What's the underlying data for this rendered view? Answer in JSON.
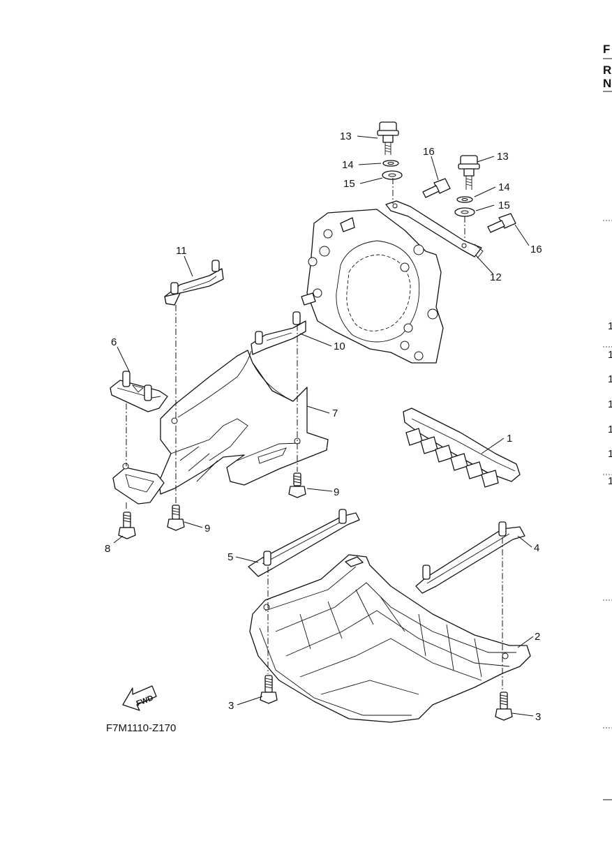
{
  "diagram_code": "F7M1110-Z170",
  "fwd_label": "FWD",
  "callouts": {
    "c1": "1",
    "c2": "2",
    "c3a": "3",
    "c3b": "3",
    "c4": "4",
    "c5": "5",
    "c6": "6",
    "c7": "7",
    "c8": "8",
    "c9a": "9",
    "c9b": "9",
    "c10": "10",
    "c11": "11",
    "c12": "12",
    "c13a": "13",
    "c13b": "13",
    "c14a": "14",
    "c14b": "14",
    "c15a": "15",
    "c15b": "15",
    "c16a": "16",
    "c16b": "16"
  },
  "right_margin": {
    "header_letters": [
      "F",
      "R",
      "N"
    ],
    "row_numbers": [
      "1",
      "1",
      "1",
      "1",
      "1",
      "1",
      "1"
    ]
  }
}
